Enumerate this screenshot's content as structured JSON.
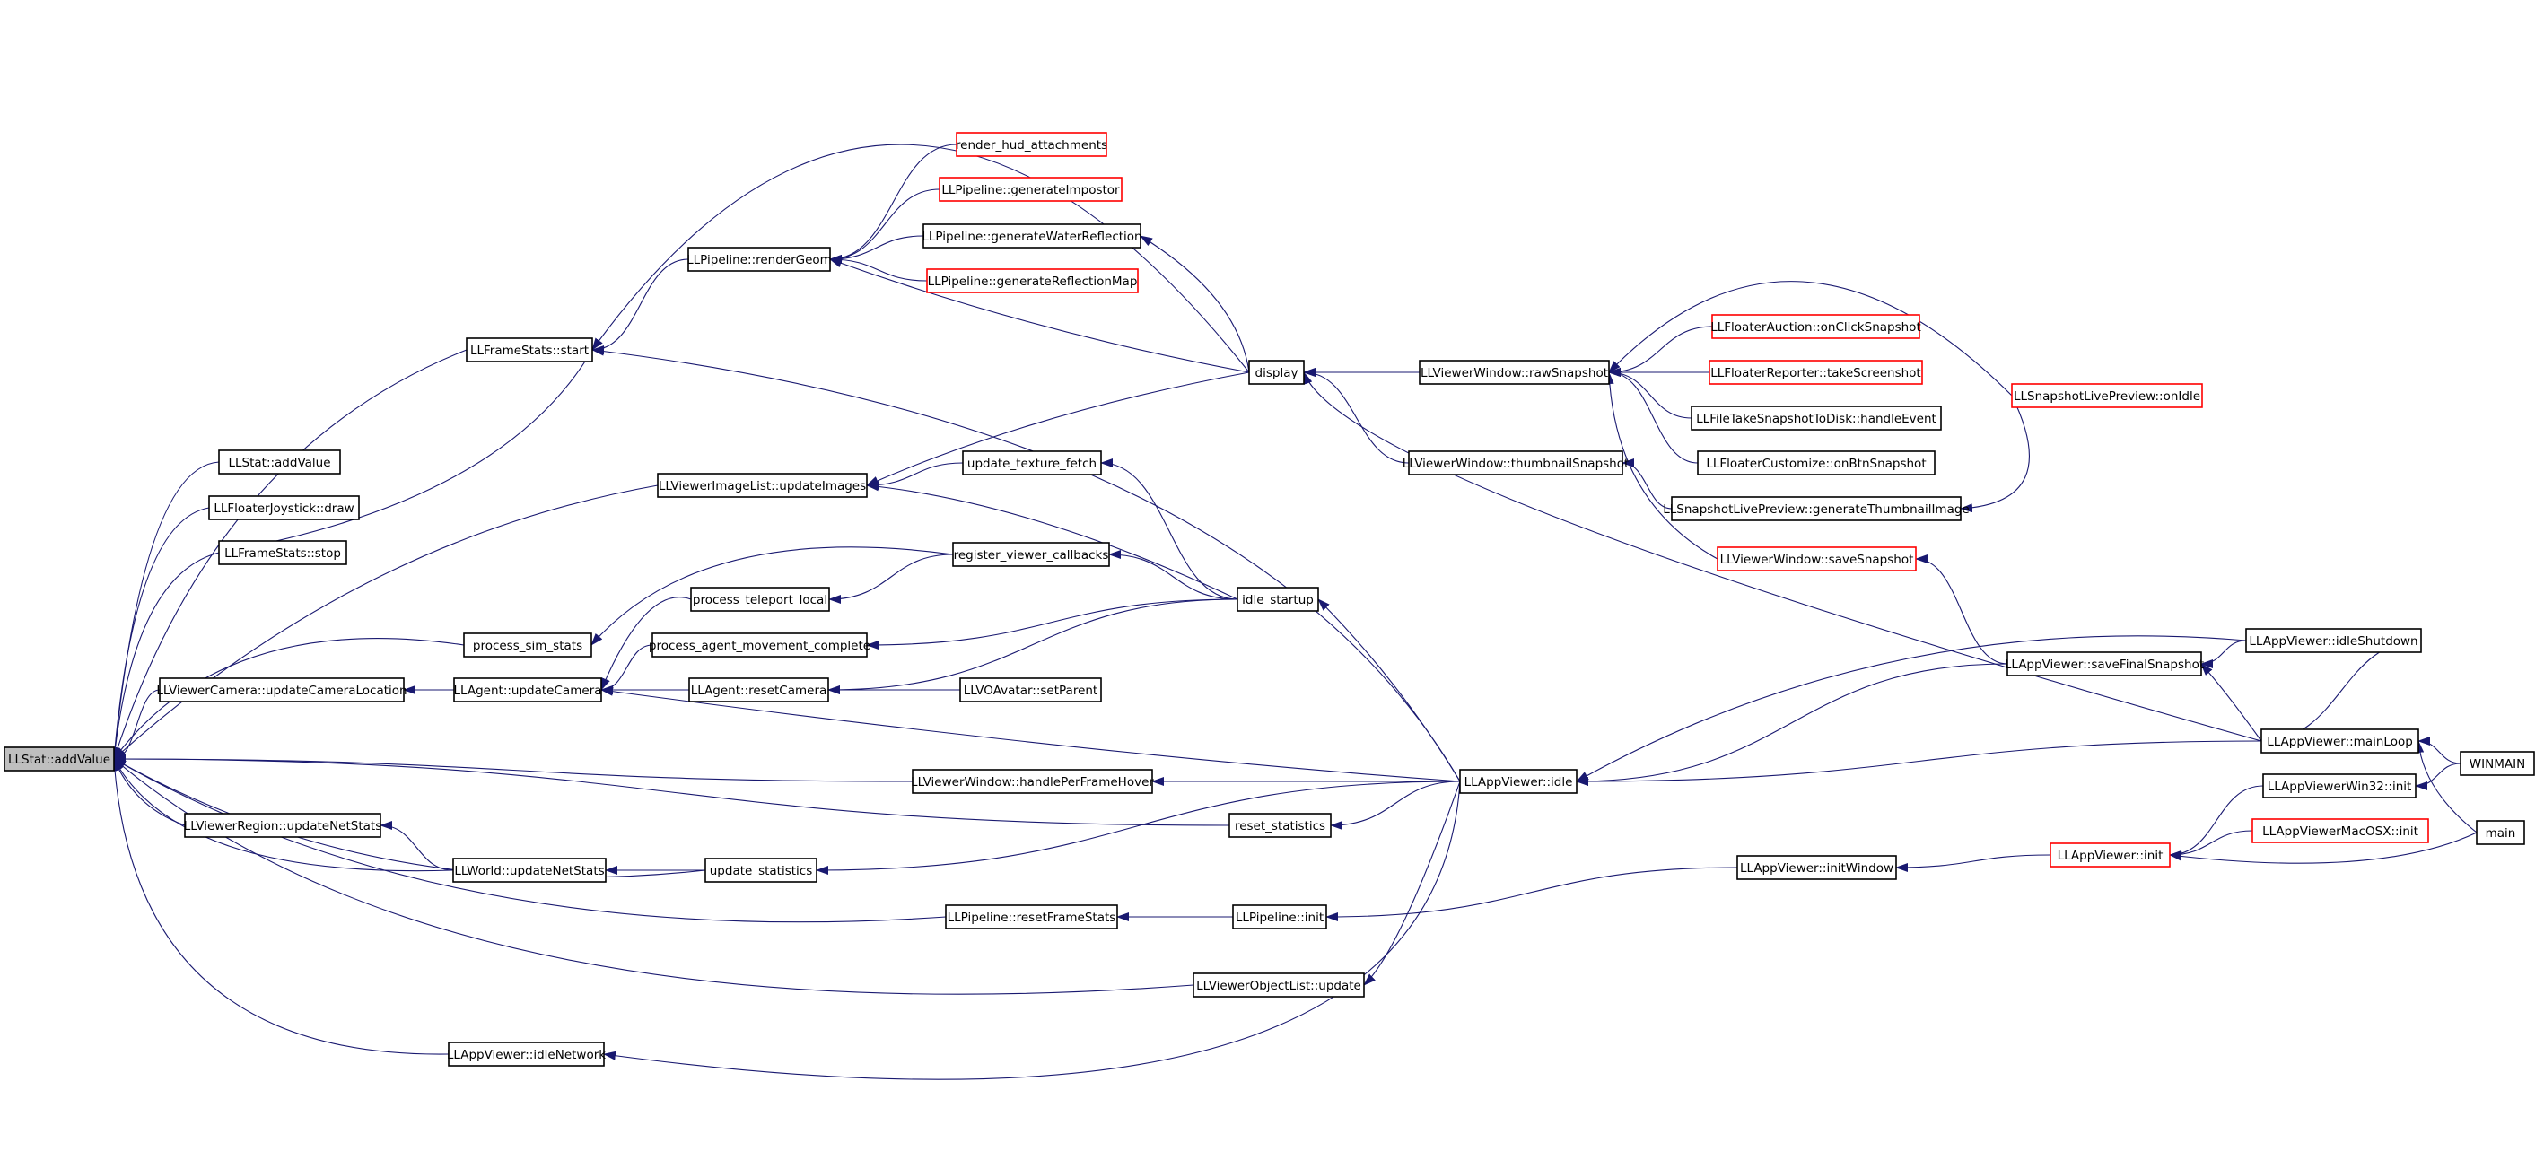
{
  "colors": {
    "edge": "#191970",
    "node_border": "#000000",
    "incomplete_border": "#ff0000",
    "root_fill": "#bfbfbf",
    "background": "#ffffff"
  },
  "nodes": [
    {
      "id": "addvalue",
      "label": "LLStat::addValue",
      "style": "root"
    },
    {
      "id": "llstat",
      "label": "LLStat::addValue"
    },
    {
      "id": "joystick",
      "label": "LLFloaterJoystick::draw"
    },
    {
      "id": "fs_stop",
      "label": "LLFrameStats::stop"
    },
    {
      "id": "fs_start",
      "label": "LLFrameStats::start"
    },
    {
      "id": "camloc",
      "label": "LLViewerCamera::updateCameraLocation"
    },
    {
      "id": "region",
      "label": "LLViewerRegion::updateNetStats"
    },
    {
      "id": "world",
      "label": "LLWorld::updateNetStats"
    },
    {
      "id": "idlenet",
      "label": "LLAppViewer::idleNetwork"
    },
    {
      "id": "simstats",
      "label": "process_sim_stats"
    },
    {
      "id": "imagelist",
      "label": "LLViewerImageList::updateImages"
    },
    {
      "id": "agentcam",
      "label": "LLAgent::updateCamera"
    },
    {
      "id": "renderhud",
      "label": "render_hud_attachments",
      "style": "incomplete"
    },
    {
      "id": "impostor",
      "label": "LLPipeline::generateImpostor",
      "style": "incomplete"
    },
    {
      "id": "renderGeom",
      "label": "LLPipeline::renderGeom"
    },
    {
      "id": "water",
      "label": "LLPipeline::generateWaterReflection"
    },
    {
      "id": "reflmap",
      "label": "LLPipeline::generateReflectionMap",
      "style": "incomplete"
    },
    {
      "id": "texfetch",
      "label": "update_texture_fetch"
    },
    {
      "id": "teleport",
      "label": "process_teleport_local"
    },
    {
      "id": "movement",
      "label": "process_agent_movement_complete"
    },
    {
      "id": "resetcam",
      "label": "LLAgent::resetCamera"
    },
    {
      "id": "regcb",
      "label": "register_viewer_callbacks"
    },
    {
      "id": "setparent",
      "label": "LLVOAvatar::setParent"
    },
    {
      "id": "hover",
      "label": "LLViewerWindow::handlePerFrameHover"
    },
    {
      "id": "updstats",
      "label": "update_statistics"
    },
    {
      "id": "resetframe",
      "label": "LLPipeline::resetFrameStats"
    },
    {
      "id": "objlist",
      "label": "LLViewerObjectList::update"
    },
    {
      "id": "display",
      "label": "display"
    },
    {
      "id": "idlestartup",
      "label": "idle_startup"
    },
    {
      "id": "resetstats",
      "label": "reset_statistics"
    },
    {
      "id": "pipeinit",
      "label": "LLPipeline::init"
    },
    {
      "id": "rawsnap",
      "label": "LLViewerWindow::rawSnapshot"
    },
    {
      "id": "thumbsnap",
      "label": "LLViewerWindow::thumbnailSnapshot"
    },
    {
      "id": "appidle",
      "label": "LLAppViewer::idle"
    },
    {
      "id": "auction",
      "label": "LLFloaterAuction::onClickSnapshot",
      "style": "incomplete"
    },
    {
      "id": "reporter",
      "label": "LLFloaterReporter::takeScreenshot",
      "style": "incomplete"
    },
    {
      "id": "takesnapdisk",
      "label": "LLFileTakeSnapshotToDisk::handleEvent"
    },
    {
      "id": "customize",
      "label": "LLFloaterCustomize::onBtnSnapshot"
    },
    {
      "id": "genthumb",
      "label": "LLSnapshotLivePreview::generateThumbnailImage"
    },
    {
      "id": "savesnap",
      "label": "LLViewerWindow::saveSnapshot",
      "style": "incomplete"
    },
    {
      "id": "initwindow",
      "label": "LLAppViewer::initWindow"
    },
    {
      "id": "onidle",
      "label": "LLSnapshotLivePreview::onIdle",
      "style": "incomplete"
    },
    {
      "id": "savefinal",
      "label": "LLAppViewer::saveFinalSnapshot"
    },
    {
      "id": "appinit",
      "label": "LLAppViewer::init",
      "style": "incomplete"
    },
    {
      "id": "idleshutdown",
      "label": "LLAppViewer::idleShutdown"
    },
    {
      "id": "mainloop",
      "label": "LLAppViewer::mainLoop"
    },
    {
      "id": "win32init",
      "label": "LLAppViewerWin32::init"
    },
    {
      "id": "macinit",
      "label": "LLAppViewerMacOSX::init",
      "style": "incomplete"
    },
    {
      "id": "winmain",
      "label": "WINMAIN"
    },
    {
      "id": "main",
      "label": "main"
    }
  ],
  "edges": [
    {
      "from": "llstat",
      "to": "addvalue"
    },
    {
      "from": "joystick",
      "to": "addvalue"
    },
    {
      "from": "fs_stop",
      "to": "addvalue"
    },
    {
      "from": "fs_start",
      "to": "addvalue"
    },
    {
      "from": "camloc",
      "to": "addvalue"
    },
    {
      "from": "region",
      "to": "addvalue"
    },
    {
      "from": "world",
      "to": "addvalue"
    },
    {
      "from": "idlenet",
      "to": "addvalue"
    },
    {
      "from": "simstats",
      "to": "addvalue"
    },
    {
      "from": "imagelist",
      "to": "addvalue"
    },
    {
      "from": "hover",
      "to": "addvalue"
    },
    {
      "from": "resetframe",
      "to": "addvalue"
    },
    {
      "from": "objlist",
      "to": "addvalue"
    },
    {
      "from": "resetstats",
      "to": "addvalue"
    },
    {
      "from": "updstats",
      "to": "addvalue"
    },
    {
      "from": "fs_stop",
      "to": "fs_start"
    },
    {
      "from": "renderGeom",
      "to": "fs_start"
    },
    {
      "from": "display",
      "to": "fs_start"
    },
    {
      "from": "appidle",
      "to": "fs_start"
    },
    {
      "from": "agentcam",
      "to": "camloc"
    },
    {
      "from": "world",
      "to": "region"
    },
    {
      "from": "updstats",
      "to": "world"
    },
    {
      "from": "appidle",
      "to": "idlenet"
    },
    {
      "from": "regcb",
      "to": "simstats"
    },
    {
      "from": "display",
      "to": "imagelist"
    },
    {
      "from": "texfetch",
      "to": "imagelist"
    },
    {
      "from": "idlestartup",
      "to": "imagelist"
    },
    {
      "from": "teleport",
      "to": "agentcam"
    },
    {
      "from": "movement",
      "to": "agentcam"
    },
    {
      "from": "resetcam",
      "to": "agentcam"
    },
    {
      "from": "appidle",
      "to": "agentcam"
    },
    {
      "from": "renderhud",
      "to": "renderGeom"
    },
    {
      "from": "impostor",
      "to": "renderGeom"
    },
    {
      "from": "water",
      "to": "renderGeom"
    },
    {
      "from": "reflmap",
      "to": "renderGeom"
    },
    {
      "from": "display",
      "to": "renderGeom"
    },
    {
      "from": "display",
      "to": "water"
    },
    {
      "from": "idlestartup",
      "to": "texfetch"
    },
    {
      "from": "regcb",
      "to": "teleport"
    },
    {
      "from": "idlestartup",
      "to": "movement"
    },
    {
      "from": "setparent",
      "to": "resetcam"
    },
    {
      "from": "idlestartup",
      "to": "resetcam"
    },
    {
      "from": "idlestartup",
      "to": "regcb"
    },
    {
      "from": "appidle",
      "to": "hover"
    },
    {
      "from": "appidle",
      "to": "updstats"
    },
    {
      "from": "pipeinit",
      "to": "resetframe"
    },
    {
      "from": "appidle",
      "to": "objlist"
    },
    {
      "from": "rawsnap",
      "to": "display"
    },
    {
      "from": "thumbsnap",
      "to": "display"
    },
    {
      "from": "mainloop",
      "to": "display"
    },
    {
      "from": "appidle",
      "to": "idlestartup"
    },
    {
      "from": "appidle",
      "to": "resetstats"
    },
    {
      "from": "initwindow",
      "to": "pipeinit"
    },
    {
      "from": "auction",
      "to": "rawsnap"
    },
    {
      "from": "reporter",
      "to": "rawsnap"
    },
    {
      "from": "takesnapdisk",
      "to": "rawsnap"
    },
    {
      "from": "customize",
      "to": "rawsnap"
    },
    {
      "from": "savesnap",
      "to": "rawsnap"
    },
    {
      "from": "onidle",
      "to": "rawsnap"
    },
    {
      "from": "genthumb",
      "to": "thumbsnap"
    },
    {
      "from": "onidle",
      "to": "genthumb"
    },
    {
      "from": "savefinal",
      "to": "savesnap"
    },
    {
      "from": "idleshutdown",
      "to": "savefinal"
    },
    {
      "from": "mainloop",
      "to": "savefinal"
    },
    {
      "from": "savefinal",
      "to": "appidle"
    },
    {
      "from": "idleshutdown",
      "to": "appidle"
    },
    {
      "from": "mainloop",
      "to": "appidle"
    },
    {
      "from": "appinit",
      "to": "initwindow"
    },
    {
      "from": "win32init",
      "to": "appinit"
    },
    {
      "from": "macinit",
      "to": "appinit"
    },
    {
      "from": "main",
      "to": "appinit"
    },
    {
      "from": "mainloop",
      "to": "idleshutdown"
    },
    {
      "from": "winmain",
      "to": "mainloop"
    },
    {
      "from": "main",
      "to": "mainloop"
    },
    {
      "from": "winmain",
      "to": "win32init"
    }
  ]
}
